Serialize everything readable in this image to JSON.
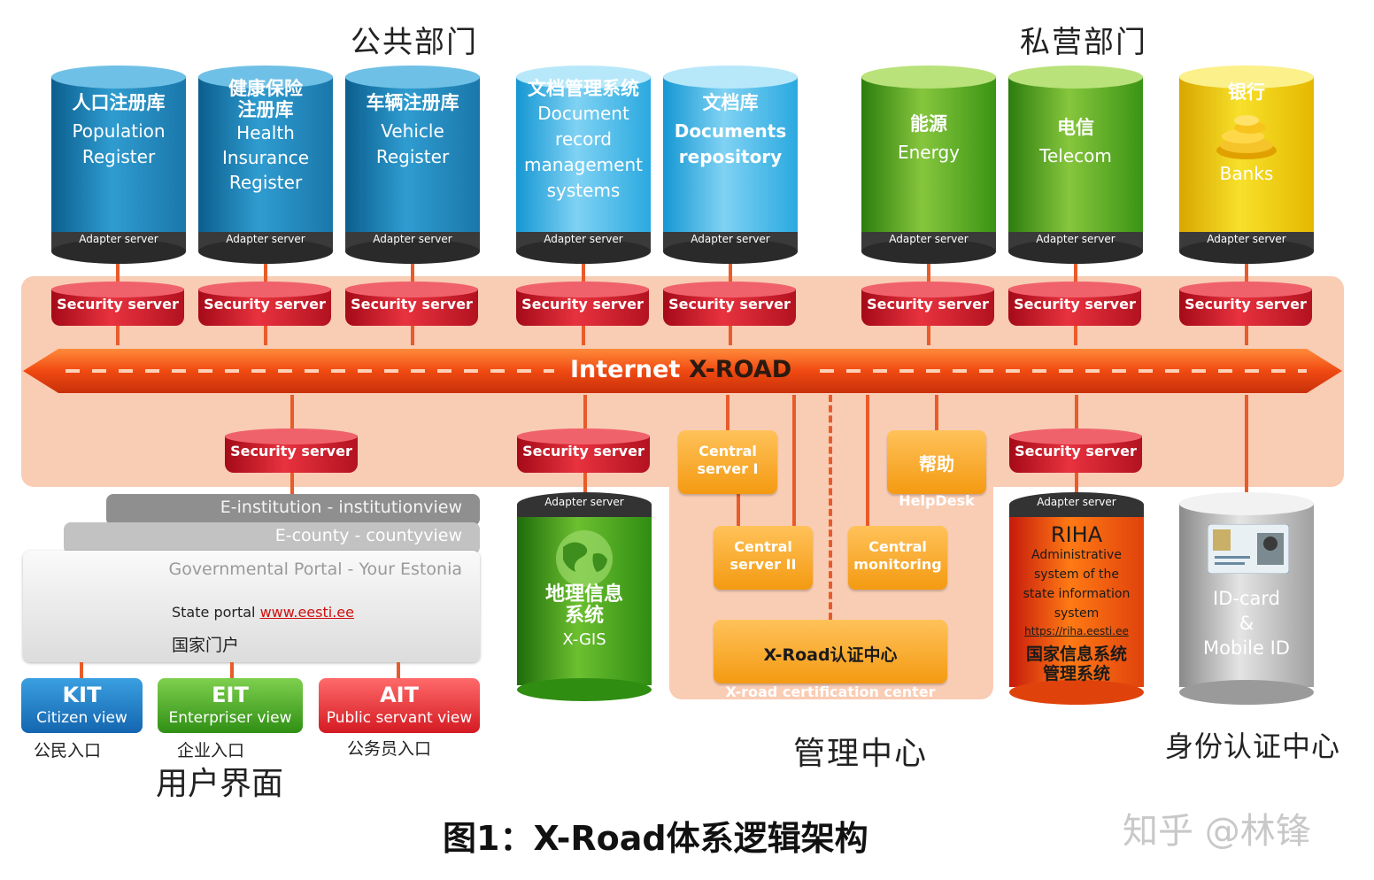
{
  "headers": {
    "public": "公共部门",
    "private": "私营部门"
  },
  "cylinders": [
    {
      "cn": "人口注册库",
      "en": "Population\nRegister",
      "adapter": "Adapter server"
    },
    {
      "cn": "健康保险\n注册库",
      "en": "Health\nInsurance\nRegister",
      "adapter": "Adapter server"
    },
    {
      "cn": "车辆注册库",
      "en": "Vehicle\nRegister",
      "adapter": "Adapter server"
    },
    {
      "cn": "文档管理系统",
      "en": "Document\nrecord\nmanagement\nsystems",
      "adapter": "Adapter server"
    },
    {
      "cn": "文档库",
      "en": "Documents\nrepository",
      "adapter": "Adapter server"
    },
    {
      "cn": "能源",
      "en": "Energy",
      "adapter": "Adapter server"
    },
    {
      "cn": "电信",
      "en": "Telecom",
      "adapter": "Adapter server"
    },
    {
      "cn": "银行",
      "en": "Banks",
      "adapter": "Adapter server"
    }
  ],
  "security_label": "Security server",
  "xroad": {
    "internet": "Internet",
    "name": "X-ROAD"
  },
  "portals": {
    "einstitution": "E-institution - institutionview",
    "ecounty": "E-county - countyview",
    "gov": "Governmental Portal - Your Estonia",
    "state_portal": "State portal",
    "state_portal_link": "www.eesti.ee",
    "national": "国家门户"
  },
  "users": [
    {
      "code": "KIT",
      "view": "Citizen view",
      "cn": "公民入口"
    },
    {
      "code": "EIT",
      "view": "Enterpriser view",
      "cn": "企业入口"
    },
    {
      "code": "AIT",
      "view": "Public servant view",
      "cn": "公务员入口"
    }
  ],
  "ui_label": "用户界面",
  "gis": {
    "adapter": "Adapter server",
    "cn": "地理信息\n系统",
    "en": "X-GIS"
  },
  "center": {
    "central1": "Central\nserver I",
    "central2": "Central\nserver II",
    "monitoring": "Central\nmonitoring",
    "helpdesk_cn": "帮助",
    "helpdesk_en": "HelpDesk",
    "cert_cn": "X-Road认证中心",
    "cert_en": "X-road certification center",
    "label": "管理中心"
  },
  "riha": {
    "adapter": "Adapter server",
    "title": "RIHA",
    "desc": "Administrative\nsystem of the\nstate information\nsystem",
    "link": "https://riha.eesti.ee",
    "cn": "国家信息系统\n管理系统"
  },
  "id": {
    "text": "ID-card\n&\nMobile ID",
    "label": "身份认证中心"
  },
  "caption": "图1：X-Road体系逻辑架构",
  "watermark": "知乎 @林锋"
}
